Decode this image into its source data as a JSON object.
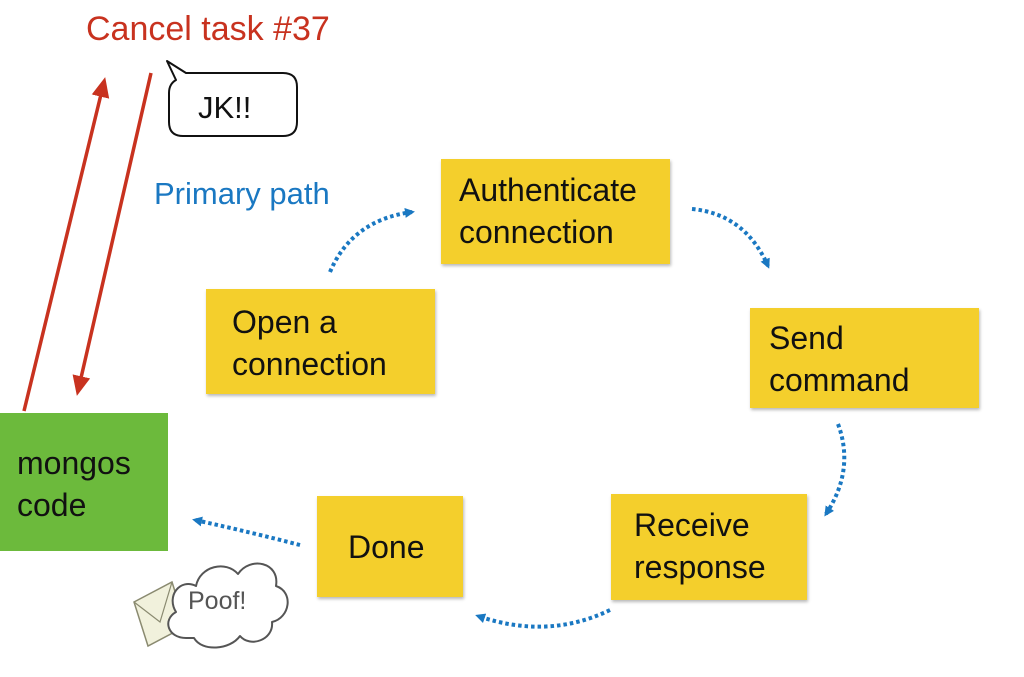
{
  "labels": {
    "cancel_task": "Cancel task #37",
    "jk": "JK!!",
    "primary_path": "Primary path",
    "poof": "Poof!"
  },
  "nodes": {
    "authenticate": {
      "line1": "Authenticate",
      "line2": "connection"
    },
    "open": {
      "line1": "Open a",
      "line2": "connection"
    },
    "send": {
      "line1": "Send",
      "line2": "command"
    },
    "receive": {
      "line1": "Receive",
      "line2": "response"
    },
    "done": {
      "line1": "Done"
    },
    "mongos": {
      "line1": "mongos",
      "line2": "code"
    }
  },
  "colors": {
    "sticky_note": "#f4cf2c",
    "mongos_box": "#6cba3c",
    "cancel_arrow": "#c8321f",
    "primary_path_arrow": "#1a78c2"
  },
  "icons": {
    "speech_bubble": "speech-bubble-icon",
    "cloud": "cloud-icon",
    "envelope": "envelope-icon"
  }
}
